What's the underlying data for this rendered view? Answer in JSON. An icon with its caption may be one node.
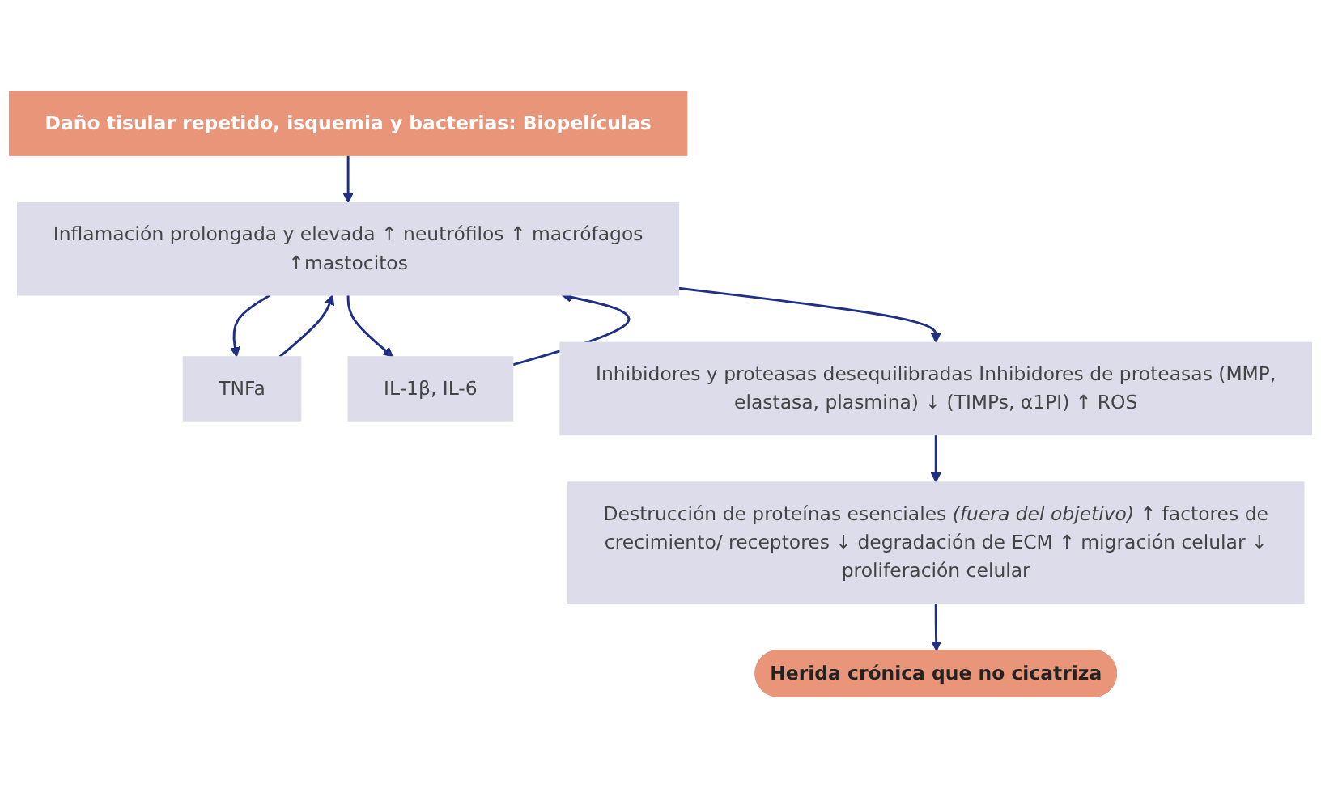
{
  "diagram": {
    "nodes": [
      {
        "text": [
          "Daño tisular repetido, isquemia y bacterias: Biopelículas"
        ]
      },
      {
        "text": [
          "TNFa"
        ]
      },
      {
        "text": [
          "IL-1β, IL-6"
        ]
      },
      {
        "text": [
          "Inflamación prolongada y elevada ↑ neutrófilos ↑ macrófagos ↑mastocitos"
        ]
      },
      {
        "text": [
          "Inhibidores y proteasas desequilibradas Inhibidores de proteasas (MMP, elastasa, plasmina) ↓ (TIMPs, α1PI) ↑ ROS"
        ]
      },
      {
        "text": [
          "Destrucción de proteínas esenciales *(fuera del objetivo)* ↑ factores de crecimiento/ receptores ↓ degradación de ECM ↑ migración celular ↓ proliferación celular"
        ]
      },
      {
        "text": [
          "Herida crónica que no cicatriza"
        ]
      }
    ],
    "edges": [
      {
        "from": 0,
        "to": 3,
        "arrow": "to"
      },
      {
        "from": 1,
        "to": 3,
        "arrow": "to"
      },
      {
        "from": 2,
        "to": 3,
        "arrow": "to"
      },
      {
        "from": 3,
        "to": 1,
        "arrow": "to"
      },
      {
        "from": 3,
        "to": 2,
        "arrow": "to"
      },
      {
        "from": 3,
        "to": 4,
        "arrow": "to"
      },
      {
        "from": 4,
        "to": 5,
        "arrow": "to"
      },
      {
        "from": 5,
        "to": 6,
        "arrow": "to"
      }
    ]
  }
}
